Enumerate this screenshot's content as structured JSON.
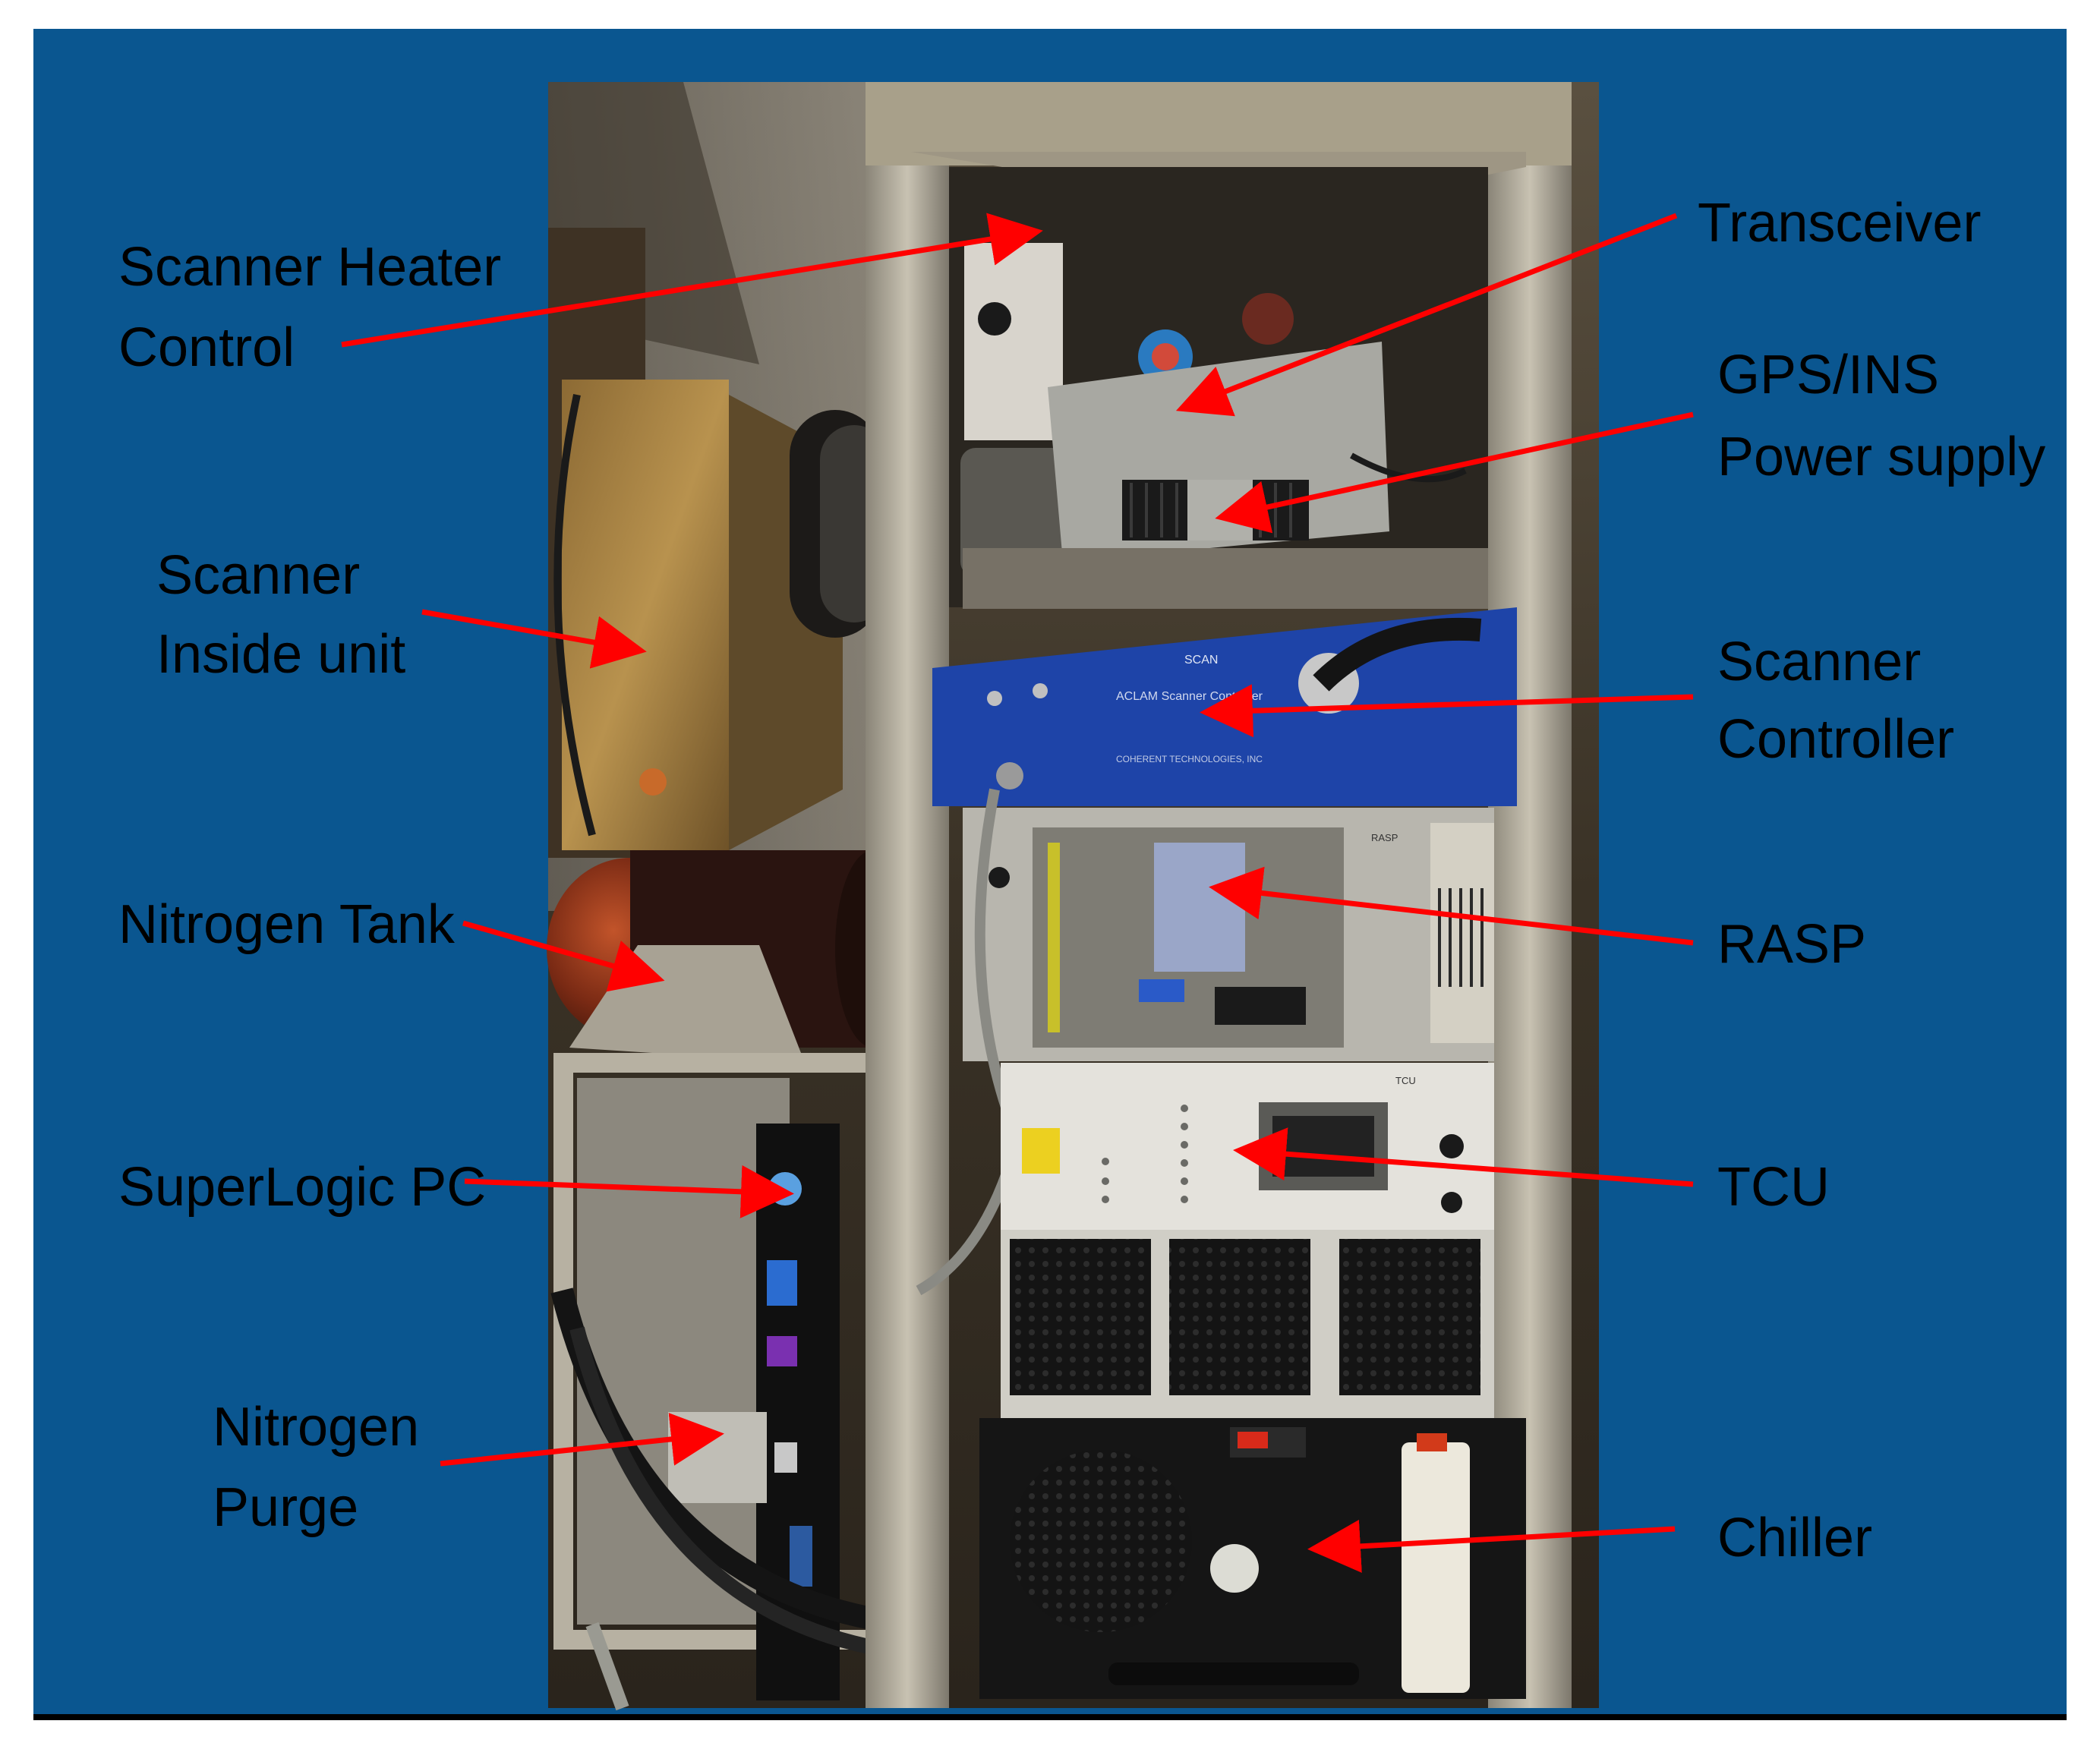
{
  "colors": {
    "slide_background": "#0a5690",
    "arrow": "#ff0000",
    "label_text": "#000000",
    "page_background": "#ffffff"
  },
  "labels": {
    "scanner_heater_control": [
      "Scanner Heater",
      "Control"
    ],
    "scanner_inside_unit": [
      "Scanner",
      "Inside unit"
    ],
    "nitrogen_tank": [
      "Nitrogen Tank"
    ],
    "superlogic_pc": [
      "SuperLogic PC"
    ],
    "nitrogen_purge": [
      "Nitrogen",
      "Purge"
    ],
    "transceiver": [
      "Transceiver"
    ],
    "gps_ins_power_supply": [
      "GPS/INS",
      "Power supply"
    ],
    "scanner_controller": [
      "Scanner",
      "Controller"
    ],
    "rasp": [
      "RASP"
    ],
    "tcu": [
      "TCU"
    ],
    "chiller": [
      "Chiller"
    ]
  },
  "panel_texts": {
    "scan_badge": "SCAN",
    "controller_title": "ACLAM Scanner Controller",
    "controller_maker": "COHERENT TECHNOLOGIES, INC",
    "rasp_tag": "RASP",
    "tcu_tag": "TCU"
  }
}
